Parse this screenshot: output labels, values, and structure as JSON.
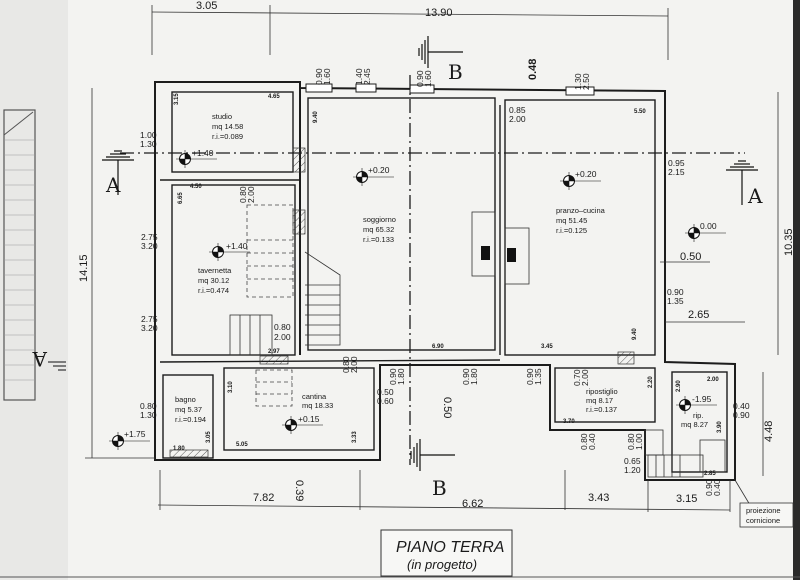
{
  "title": {
    "main": "PIANO TERRA",
    "sub": "(in progetto)"
  },
  "section_markers": {
    "a_left": "A",
    "a_right": "A",
    "a_far_left": "A",
    "b_top": "B",
    "b_bottom": "B"
  },
  "rooms": [
    {
      "name": "studio",
      "area": "mq  14.58",
      "ri": "r.i.=0.089"
    },
    {
      "name": "tavernetta",
      "area": "mq  30.12",
      "ri": "r.i.=0.474"
    },
    {
      "name": "soggiorno",
      "area": "mq  65.32",
      "ri": "r.i.=0.133"
    },
    {
      "name": "pranzo–cucina",
      "area": "mq  51.45",
      "ri": "r.i.=0.125"
    },
    {
      "name": "bagno",
      "area": "mq  5.37",
      "ri": "r.i.=0.194"
    },
    {
      "name": "cantina",
      "area": "mq  18.33"
    },
    {
      "name": "ripostiglio",
      "area": "mq  8.17",
      "ri": "r.i.=0.137"
    },
    {
      "name": "rip.",
      "area": "mq  8.27"
    }
  ],
  "levels": [
    "+1.40",
    "+1.40",
    "+0.20",
    "+0.20",
    "0.00",
    "+1.75",
    "+0.15",
    "-1.95"
  ],
  "dims": [
    "3.05",
    "13.90",
    "0.48",
    "0.90",
    "1.60",
    "1.40",
    "2.45",
    "0.90",
    "1.60",
    "1.30",
    "2.50",
    "4.65",
    "3.15",
    "1.00",
    "1.30",
    "9.40",
    "0.85",
    "2.00",
    "5.50",
    "0.95",
    "2.15",
    "0.50",
    "10.35",
    "0.90",
    "1.35",
    "2.65",
    "9.40",
    "4.50",
    "6.65",
    "0.80",
    "2.00",
    "2.75",
    "3.20",
    "14.15",
    "2.75",
    "3.20",
    "0.80",
    "2.00",
    "2.97",
    "6.90",
    "3.45",
    "0.80",
    "2.00",
    "0.90",
    "1.80",
    "0.50",
    "0.90",
    "1.80",
    "0.90",
    "1.35",
    "0.70",
    "2.00",
    "0.80",
    "1.30",
    "1.80",
    "3.05",
    "3.10",
    "5.05",
    "3.33",
    "0.50",
    "0.60",
    "0.39",
    "7.82",
    "6.62",
    "3.43",
    "3.15",
    "3.70",
    "2.20",
    "0.80",
    "0.40",
    "0.80",
    "1.00",
    "0.65",
    "1.20",
    "2.00",
    "2.90",
    "3.90",
    "2.85",
    "0.40",
    "0.90",
    "4.48",
    "0.90",
    "0.40"
  ],
  "note": {
    "line1": "proiezione",
    "line2": "cornicione"
  }
}
